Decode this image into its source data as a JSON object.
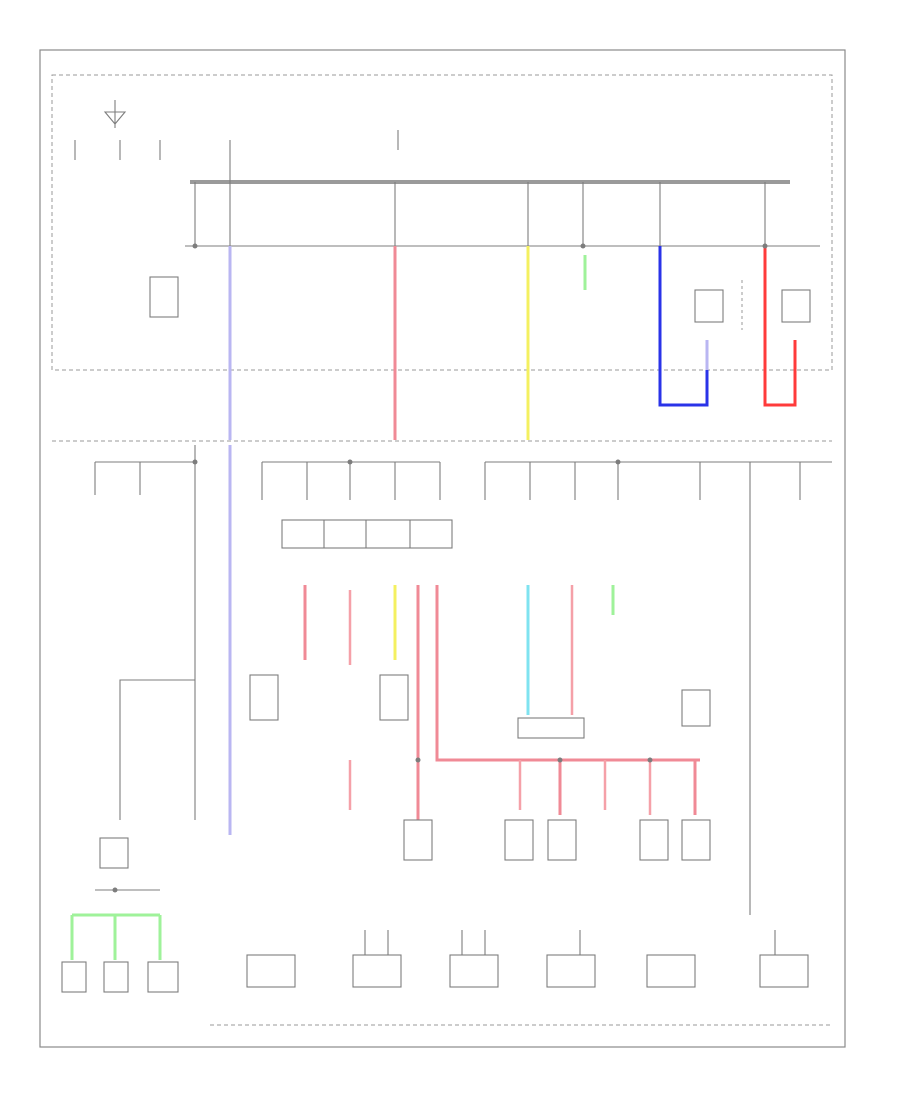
{
  "diagram": {
    "title": "",
    "wire_colors": {
      "violet": "#b9b6f2",
      "red": "#f08a96",
      "yellow": "#f4f060",
      "green": "#9ff29a",
      "blue": "#2a33e8",
      "cyan": "#7fe3f0",
      "light_red": "#ff3b3b"
    },
    "components": [
      {
        "id": "fuse-box-top",
        "label": ""
      },
      {
        "id": "bottom-module-1",
        "label": ""
      },
      {
        "id": "bottom-module-2",
        "label": ""
      },
      {
        "id": "bottom-module-3",
        "label": ""
      },
      {
        "id": "bottom-module-4",
        "label": ""
      },
      {
        "id": "bottom-module-5",
        "label": ""
      },
      {
        "id": "bottom-module-6",
        "label": ""
      }
    ]
  }
}
